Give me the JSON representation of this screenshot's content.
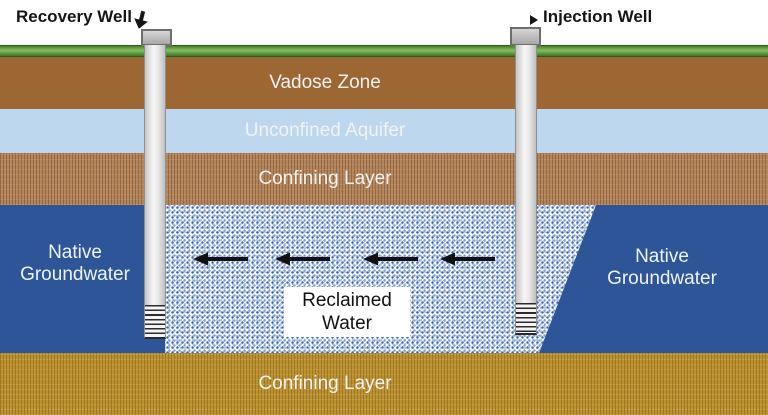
{
  "title_labels": {
    "recovery_well": "Recovery Well",
    "injection_well": "Injection Well"
  },
  "layers": {
    "vadose_zone": {
      "label": "Vadose Zone",
      "color": "#9C6733"
    },
    "unconfined_aquifer": {
      "label": "Unconfined Aquifer",
      "color": "#BDD7EE"
    },
    "confining_layer_top": {
      "label": "Confining Layer",
      "color": "#B3855A"
    },
    "confined_aquifer": {
      "native_color": "#2E5597",
      "native_groundwater_left": {
        "line1": "Native",
        "line2": "Groundwater"
      },
      "native_groundwater_right": {
        "line1": "Native",
        "line2": "Groundwater"
      },
      "reclaimed_water": {
        "line1": "Reclaimed",
        "line2": "Water"
      }
    },
    "confining_layer_bottom": {
      "label": "Confining Layer",
      "color": "#BD9130"
    }
  },
  "surface": {
    "grass_color": "#4E8B33"
  },
  "flow": {
    "direction": "left",
    "arrow_count": 4,
    "arrow_color": "#111111"
  },
  "reclaimed_pattern_color": "#3A62B0"
}
